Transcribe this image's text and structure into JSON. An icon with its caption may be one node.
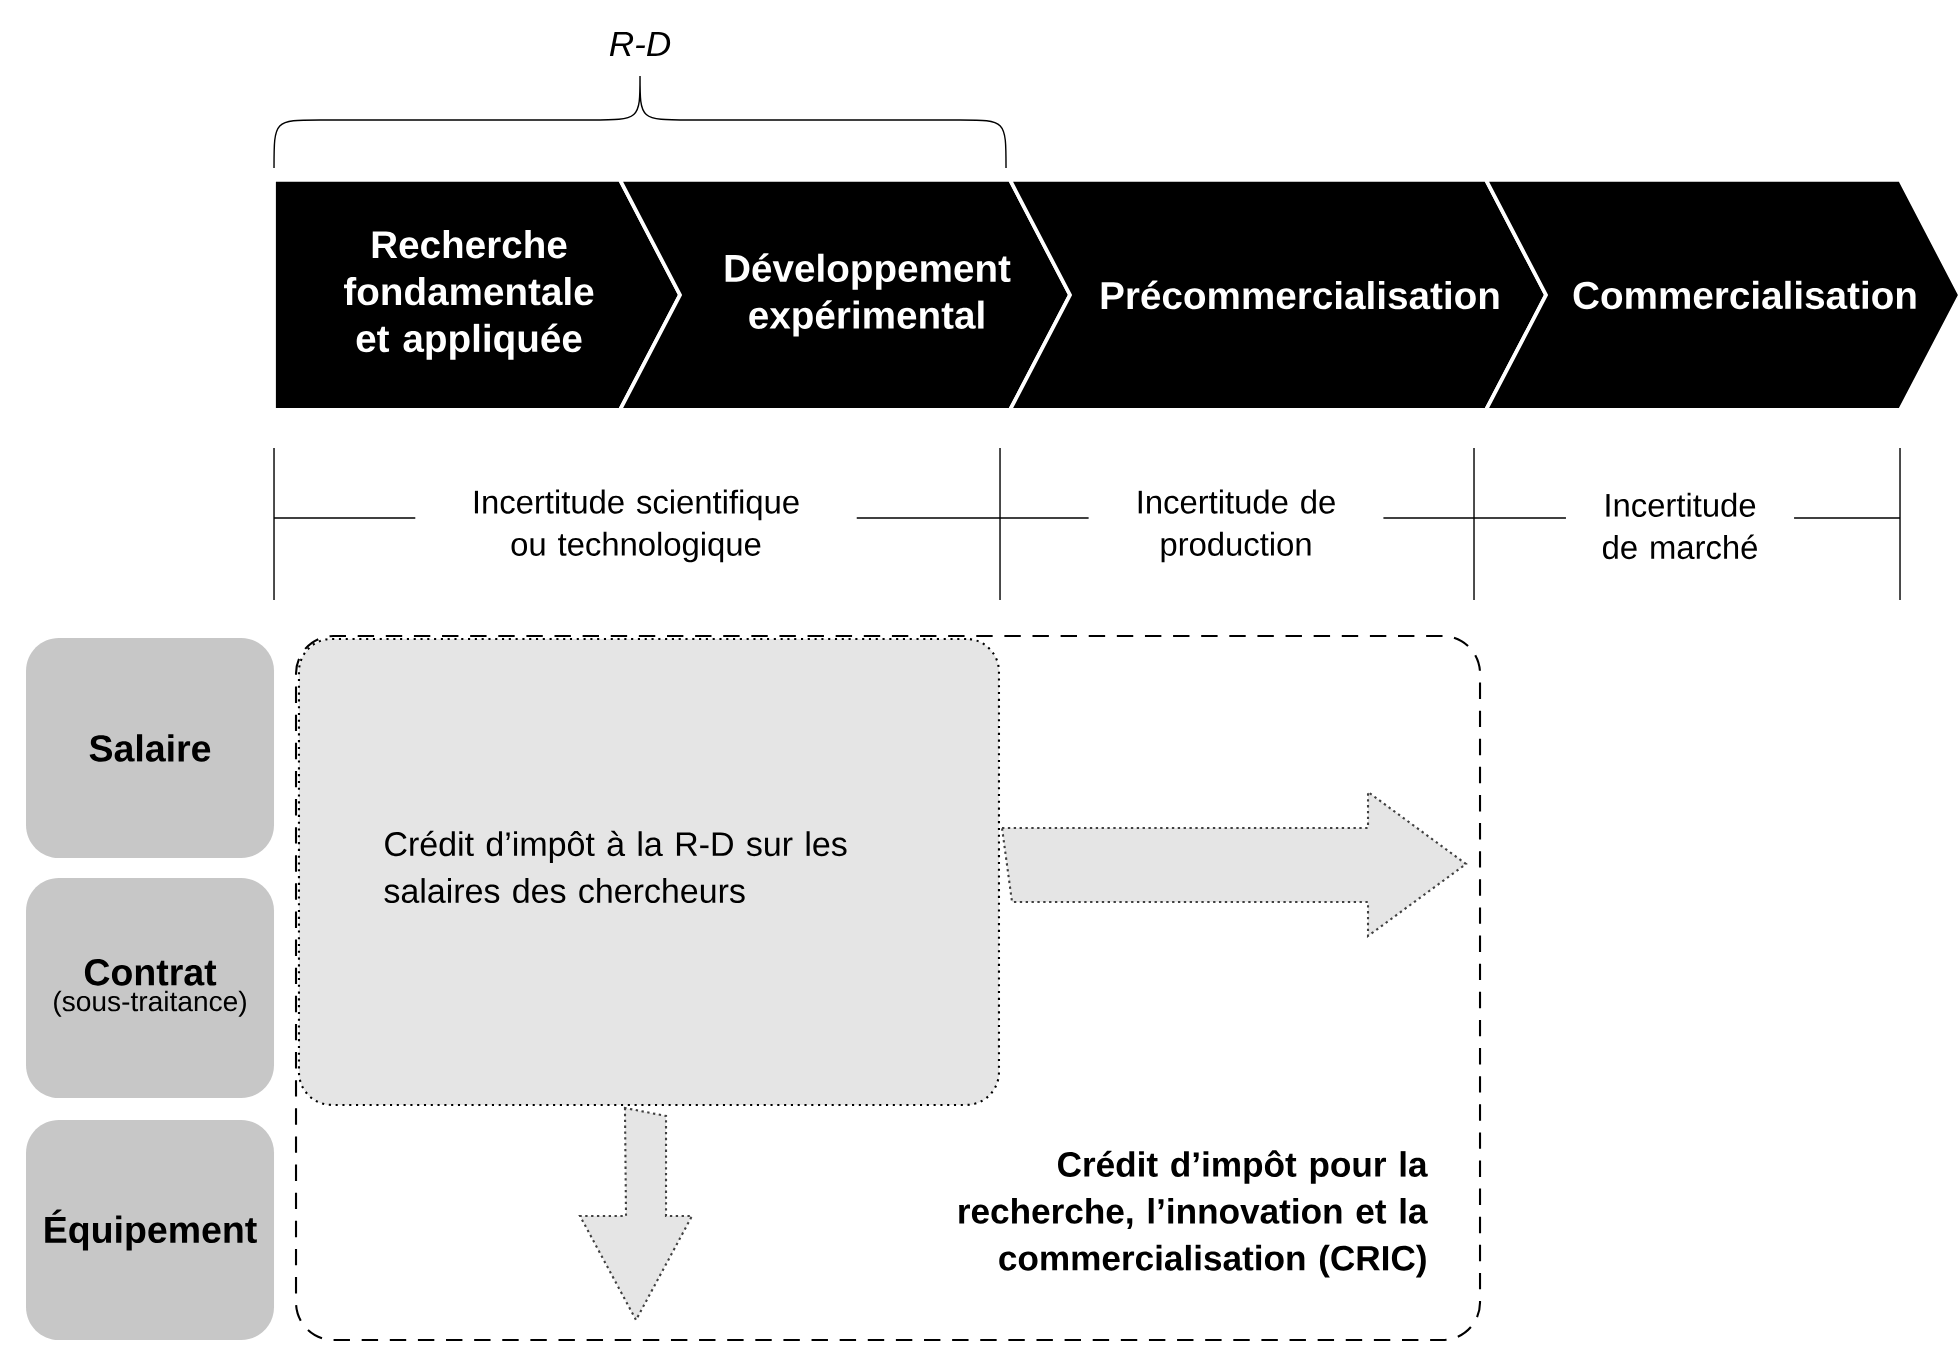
{
  "diagram": {
    "nodes": [
      {
        "text": [
          "Recherche fondamentale et appliquée"
        ]
      },
      {
        "text": [
          "Développement expérimental"
        ]
      },
      {
        "text": [
          "Précommercialisation"
        ]
      },
      {
        "text": [
          "Commercialisation"
        ]
      },
      {
        "text": [
          "Salaire"
        ]
      },
      {
        "text": [
          "Contrat",
          "(sous-traitance)"
        ]
      },
      {
        "text": [
          "Équipement"
        ]
      },
      {
        "text": [
          "Crédit d’impôt pour la recherche, l’innovation et la commercialisation (CRIC)"
        ]
      },
      {
        "text": [
          "Crédit d’impôt à la R-D sur les salaires des chercheurs"
        ],
        "in": 7
      }
    ],
    "edges": [
      {
        "from": 8,
        "to": null,
        "arrow": "to",
        "style": "dashed"
      },
      {
        "from": 8,
        "to": null,
        "arrow": "to",
        "style": "dashed"
      }
    ],
    "labels": [
      "R-D",
      "Incertitude scientifique ou technologique",
      "Incertitude de production",
      "Incertitude de marché"
    ]
  }
}
